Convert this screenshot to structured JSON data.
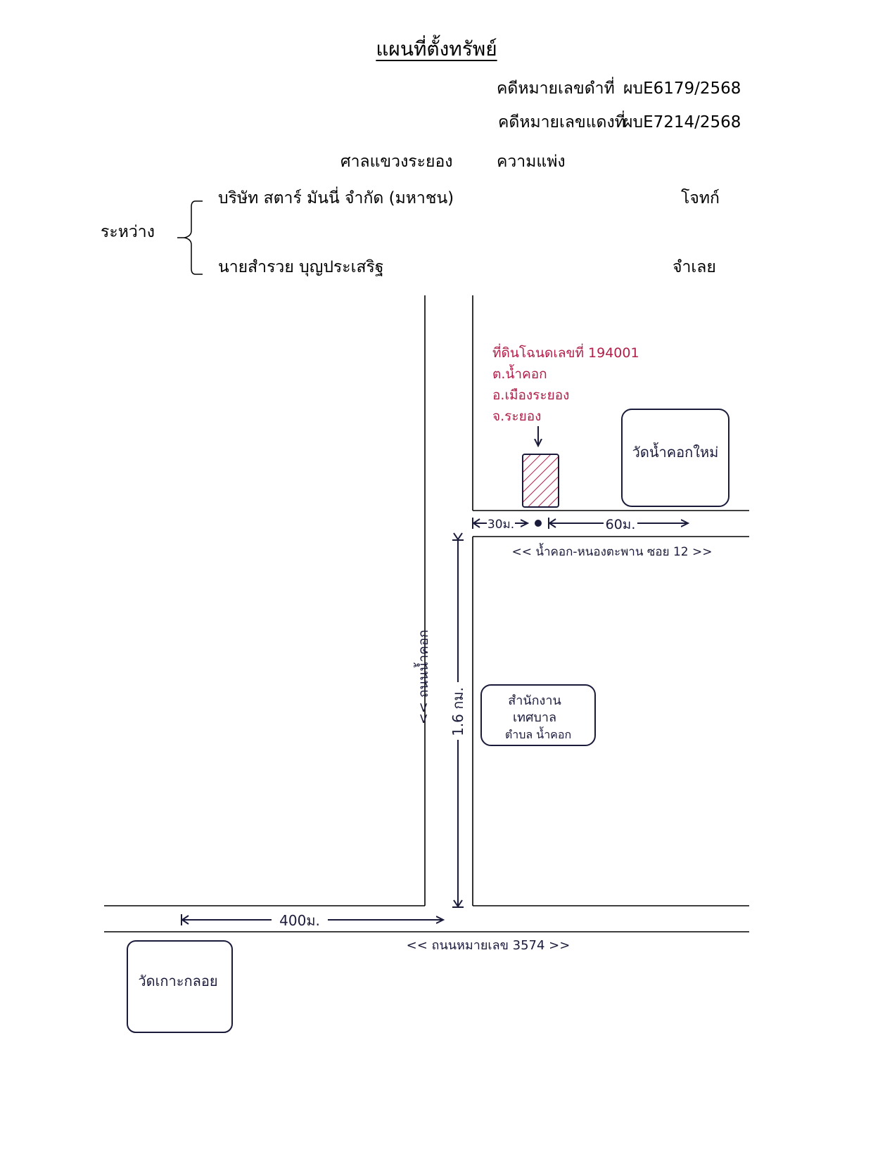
{
  "title": "แผนที่ตั้งทรัพย์",
  "case": {
    "black_label": "คดีหมายเลขดำที่",
    "black_number": "ผบE6179/2568",
    "red_label": "คดีหมายเลขแดงที่",
    "red_number": "ผบE7214/2568"
  },
  "court": {
    "name": "ศาลแขวงระยอง",
    "type": "ความแพ่ง"
  },
  "parties": {
    "between": "ระหว่าง",
    "plaintiff": "บริษัท สตาร์ มันนี่ จำกัด (มหาชน)",
    "plaintiff_role": "โจทก์",
    "defendant": "นายสำรวย บุญประเสริฐ",
    "defendant_role": "จำเลย"
  },
  "map": {
    "land_label": [
      "ที่ดินโฉนดเลขที่ 194001",
      "ต.น้ำคอก",
      "อ.เมืองระยอง",
      "จ.ระยอง"
    ],
    "temple_top": "วัดน้ำคอกใหม่",
    "dist_30": "30ม.",
    "dist_60": "60ม.",
    "road_soi": "<< น้ำคอก-หนองตะพาน ซอย 12 >>",
    "road_vertical": "<< ถนนน้ำคอก",
    "dist_16": "1.6 กม.",
    "office": [
      "สำนักงาน",
      "เทศบาล",
      "ตำบล น้ำคอก"
    ],
    "dist_400": "400ม.",
    "road_main": "<< ถนนหมายเลข 3574 >>",
    "temple_bottom": "วัดเกาะกลอย",
    "colors": {
      "ink": "#1a1a3a",
      "land": "#b0204a"
    }
  }
}
